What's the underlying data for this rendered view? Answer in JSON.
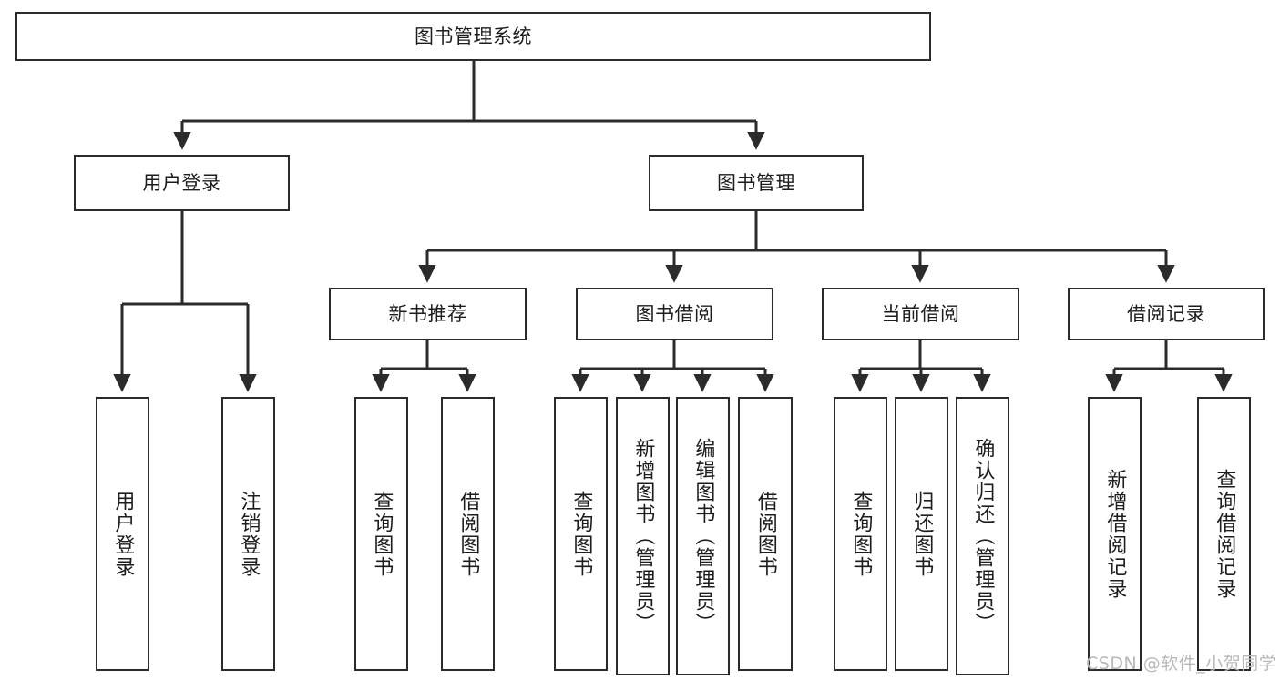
{
  "diagram": {
    "title": "图书管理系统",
    "type": "tree-hierarchy-diagram",
    "watermark": "CSDN @软件_小贺同学",
    "colors": {
      "border": "#2b2b2b",
      "fill": "#ffffff",
      "text": "#1d1d1d",
      "edge": "#2b2b2b",
      "watermark": "#b9b9b9"
    },
    "nodes": {
      "root": {
        "label": "图书管理系统"
      },
      "level2": [
        {
          "id": "user-login",
          "label": "用户登录"
        },
        {
          "id": "book-manage",
          "label": "图书管理"
        }
      ],
      "level3": [
        {
          "id": "new-book-rec",
          "label": "新书推荐"
        },
        {
          "id": "book-borrow",
          "label": "图书借阅"
        },
        {
          "id": "current-borrow",
          "label": "当前借阅"
        },
        {
          "id": "borrow-record",
          "label": "借阅记录"
        }
      ],
      "leaves": {
        "user-login": [
          {
            "id": "leaf-user-login",
            "label": "用户登录"
          },
          {
            "id": "leaf-logout-login",
            "label": "注销登录"
          }
        ],
        "new-book-rec": [
          {
            "id": "leaf-query-book-1",
            "label": "查询图书"
          },
          {
            "id": "leaf-borrow-book-1",
            "label": "借阅图书"
          }
        ],
        "book-borrow": [
          {
            "id": "leaf-query-book-2",
            "label": "查询图书"
          },
          {
            "id": "leaf-add-book",
            "label": "新增图书（管理员）"
          },
          {
            "id": "leaf-edit-book",
            "label": "编辑图书（管理员）"
          },
          {
            "id": "leaf-borrow-book-2",
            "label": "借阅图书"
          }
        ],
        "current-borrow": [
          {
            "id": "leaf-query-book-3",
            "label": "查询图书"
          },
          {
            "id": "leaf-return-book",
            "label": "归还图书"
          },
          {
            "id": "leaf-confirm-return",
            "label": "确认归还（管理员）"
          }
        ],
        "borrow-record": [
          {
            "id": "leaf-add-record",
            "label": "新增借阅记录"
          },
          {
            "id": "leaf-query-record",
            "label": "查询借阅记录"
          }
        ]
      }
    }
  }
}
